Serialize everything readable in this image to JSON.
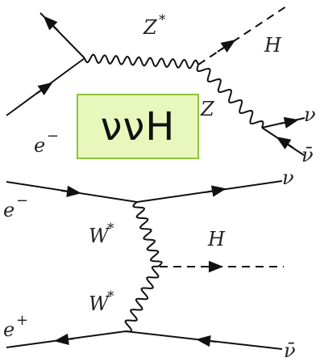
{
  "top_diagram": {
    "labels": {
      "zstar": "Z",
      "zstar_sup": "*",
      "h": "H",
      "z": "Z",
      "nu": "ν",
      "nubar": "ν̄",
      "eminus": "e",
      "eminus_sup": "−"
    }
  },
  "badge": {
    "text": "ννH"
  },
  "bottom_diagram": {
    "labels": {
      "eminus": "e",
      "eminus_sup": "−",
      "eplus": "e",
      "eplus_sup": "+",
      "wstar_top": "W",
      "wstar_top_sup": "*",
      "wstar_bottom": "W",
      "wstar_bottom_sup": "*",
      "h": "H",
      "nu": "ν",
      "nubar": "ν̄"
    }
  }
}
